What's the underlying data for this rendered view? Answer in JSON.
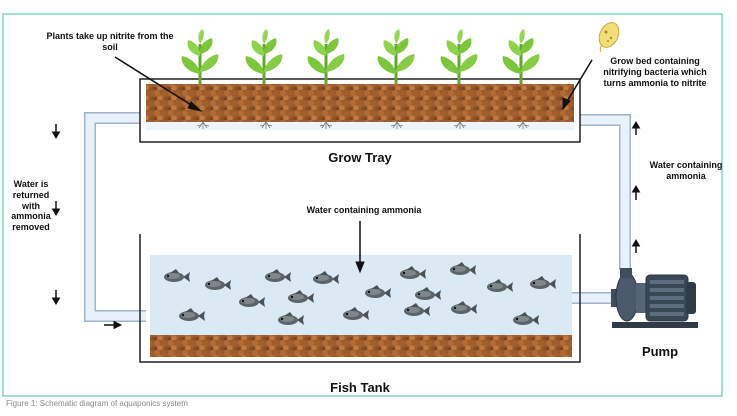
{
  "labels": {
    "plants": "Plants take up nitrite from the soil",
    "grow_bed": "Grow bed containing nitrifying bacteria which turns ammonia to nitrite",
    "grow_tray": "Grow Tray",
    "water_returned": "Water is returned with ammonia removed",
    "water_up": "Water containing ammonia",
    "water_tank": "Water containing ammonia",
    "pump": "Pump",
    "fish_tank": "Fish Tank",
    "caption": "Figure 1: Schematic diagram of aquaponics system"
  },
  "colors": {
    "frame": "#7fd3c9",
    "soil": "#9a5a2c",
    "soil_dark": "#6b3a18",
    "leaf": "#7cc63c",
    "water": "#dbe9f5",
    "pipe": "#e8f1fb",
    "pump": "#3f4e5e"
  },
  "icons": {
    "bacteria": "bacteria-icon",
    "plant": "plant-icon",
    "fish": "fish-icon",
    "pump": "pump-icon"
  }
}
